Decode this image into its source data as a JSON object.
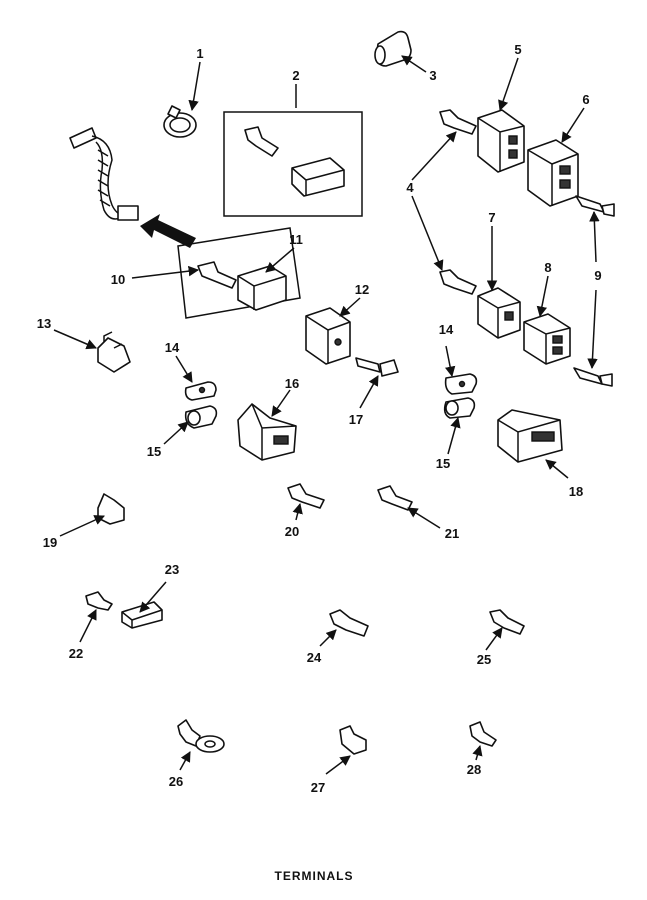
{
  "title": "TERMINALS",
  "callouts": {
    "c1": "1",
    "c2": "2",
    "c3": "3",
    "c4": "4",
    "c5": "5",
    "c6": "6",
    "c7": "7",
    "c8": "8",
    "c9": "9",
    "c10": "10",
    "c11": "11",
    "c12": "12",
    "c13": "13",
    "c14a": "14",
    "c14b": "14",
    "c15a": "15",
    "c15b": "15",
    "c16": "16",
    "c17": "17",
    "c18": "18",
    "c19": "19",
    "c20": "20",
    "c21": "21",
    "c22": "22",
    "c23": "23",
    "c24": "24",
    "c25": "25",
    "c26": "26",
    "c27": "27",
    "c28": "28"
  }
}
